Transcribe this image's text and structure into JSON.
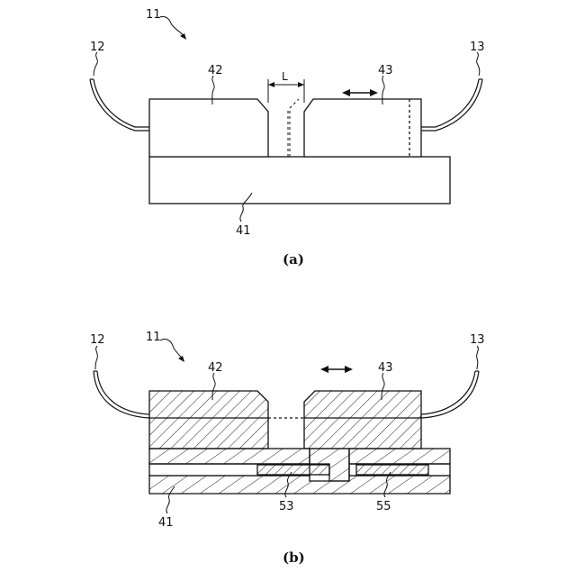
{
  "panel_a": {
    "caption": "(a)",
    "labels": {
      "device": "11",
      "fiber_left": "12",
      "fiber_right": "13",
      "substrate": "41",
      "block_left": "42",
      "block_right": "43",
      "gap": "L"
    }
  },
  "panel_b": {
    "caption": "(b)",
    "labels": {
      "device": "11",
      "fiber_left": "12",
      "fiber_right": "13",
      "substrate": "41",
      "block_left": "42",
      "block_right": "43",
      "electrode_left": "53",
      "electrode_right": "55"
    }
  }
}
